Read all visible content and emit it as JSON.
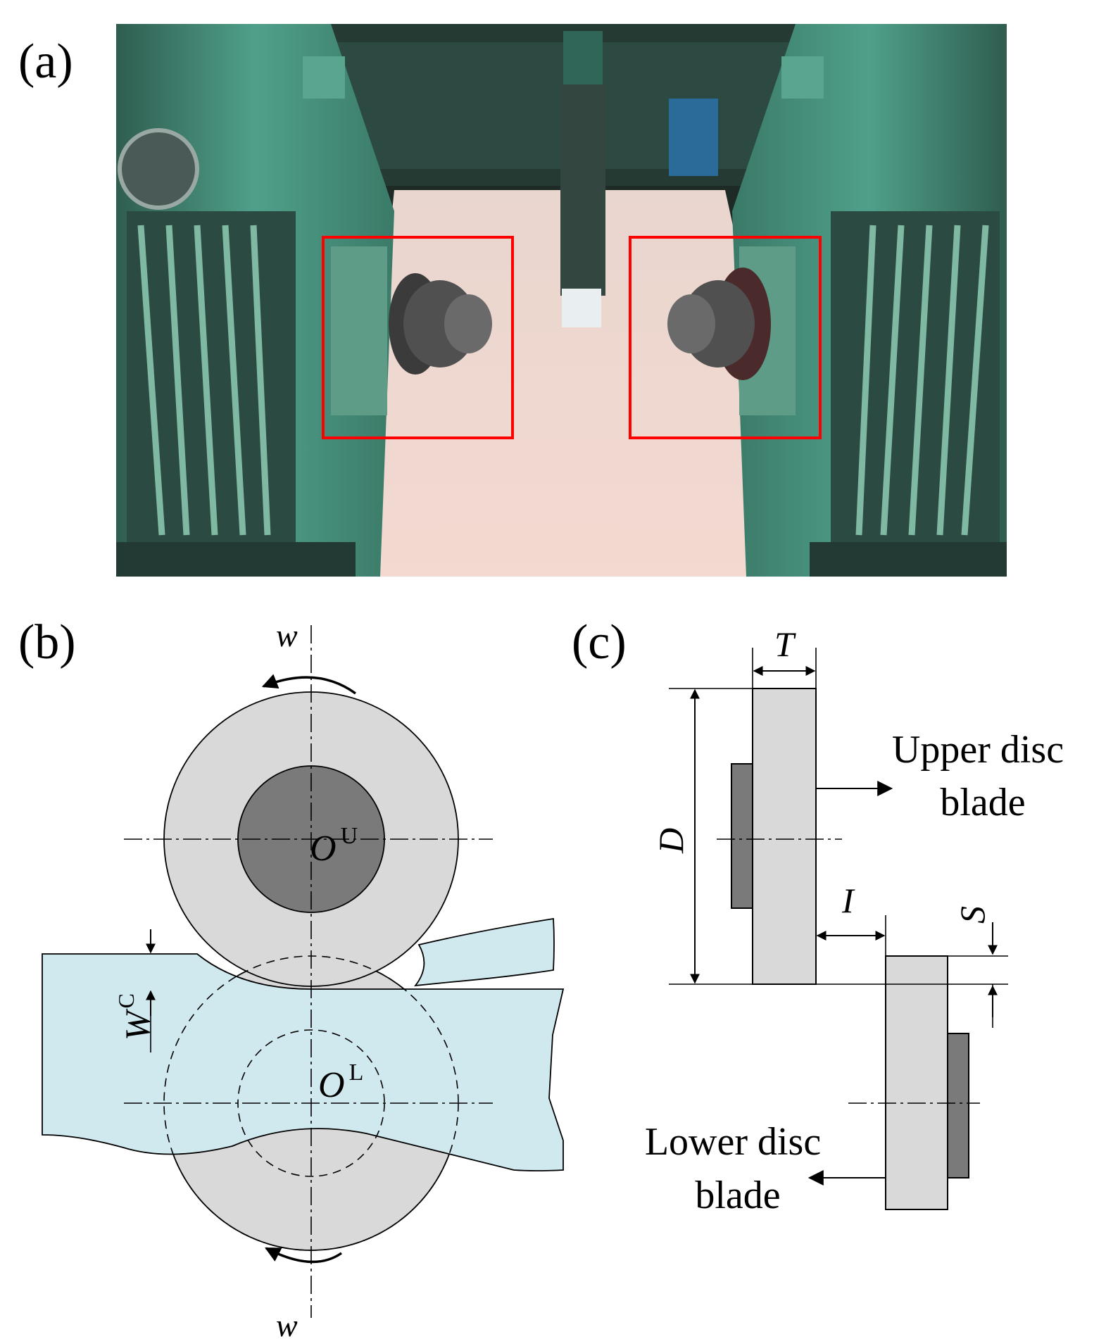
{
  "panels": {
    "a": {
      "label": "(a)"
    },
    "b": {
      "label": "(b)",
      "rotation_top": "w",
      "rotation_bottom": "w",
      "upper_center": {
        "base": "O",
        "sup": "U"
      },
      "lower_center": {
        "base": "O",
        "sup": "L"
      },
      "strip_width": {
        "base": "W",
        "sup": "C"
      }
    },
    "c": {
      "label": "(c)",
      "thickness": "T",
      "diameter": "D",
      "gap": "I",
      "overlap": "S",
      "upper_blade": {
        "line1": "Upper disc",
        "line2": "blade"
      },
      "lower_blade": {
        "line1": "Lower disc",
        "line2": "blade"
      }
    }
  },
  "colors": {
    "blade_light": "#d9d9d9",
    "hub_dark": "#7a7a7a",
    "strip": "#cfe9ef",
    "highlight_box": "#ff0000",
    "machine_green": "#3f8f7a"
  }
}
